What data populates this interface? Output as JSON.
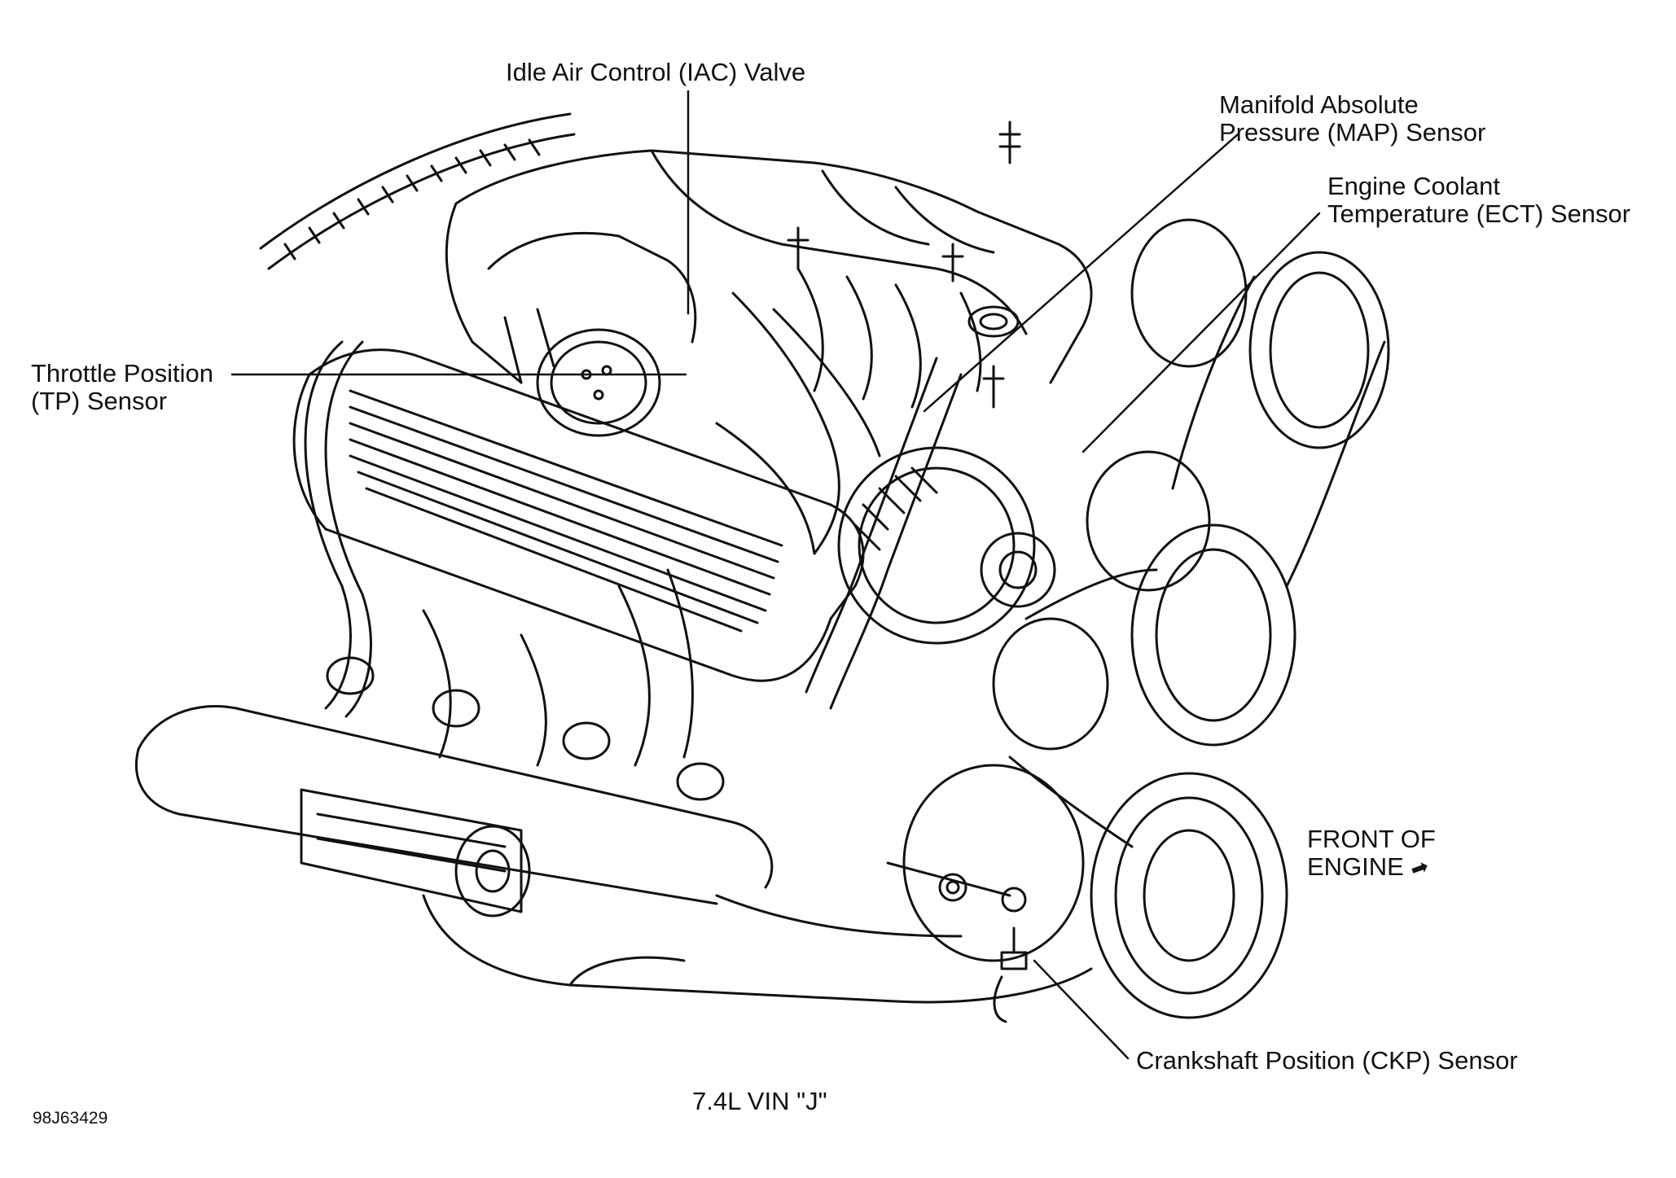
{
  "labels": {
    "iac_valve": "Idle Air Control (IAC) Valve",
    "map_line1": "Manifold Absolute",
    "map_line2": "Pressure (MAP) Sensor",
    "ect_line1": "Engine Coolant",
    "ect_line2": "Temperature (ECT) Sensor",
    "tp_line1": "Throttle Position",
    "tp_line2": "(TP) Sensor",
    "front_line1": "FRONT OF",
    "front_line2": "ENGINE",
    "ckp_sensor": "Crankshaft Position (CKP) Sensor",
    "engine_caption": "7.4L VIN \"J\"",
    "figure_id": "98J63429"
  },
  "icons": {
    "front_direction": "arrow-icon"
  },
  "colors": {
    "line": "#111111",
    "background": "#ffffff"
  }
}
